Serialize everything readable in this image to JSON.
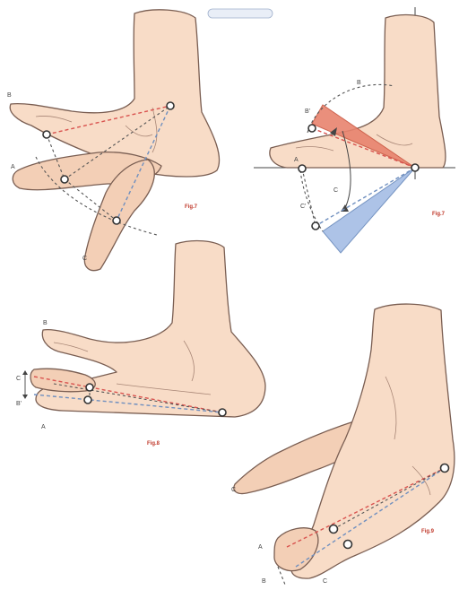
{
  "badge": {
    "text": ""
  },
  "fig1": {
    "caption": "Fig.7",
    "labels": {
      "b": "B",
      "a": "A",
      "c": "C"
    }
  },
  "fig2": {
    "caption": "Fig.7",
    "labels": {
      "b": "B",
      "a": "A",
      "c": "C",
      "b2": "B'",
      "c2": "C'"
    }
  },
  "fig3": {
    "caption": "Fig.8",
    "labels": {
      "b": "B",
      "c": "C",
      "b2": "B'",
      "a": "A"
    }
  },
  "fig4": {
    "caption": "Fig.9",
    "labels": {
      "c": "C",
      "a": "A",
      "b": "B",
      "c2": "C"
    }
  },
  "colors": {
    "red_sector": "#e8836e",
    "blue_sector": "#a9c0e6",
    "red_dash": "#d9534f",
    "blue_dash": "#6f8fbf"
  }
}
